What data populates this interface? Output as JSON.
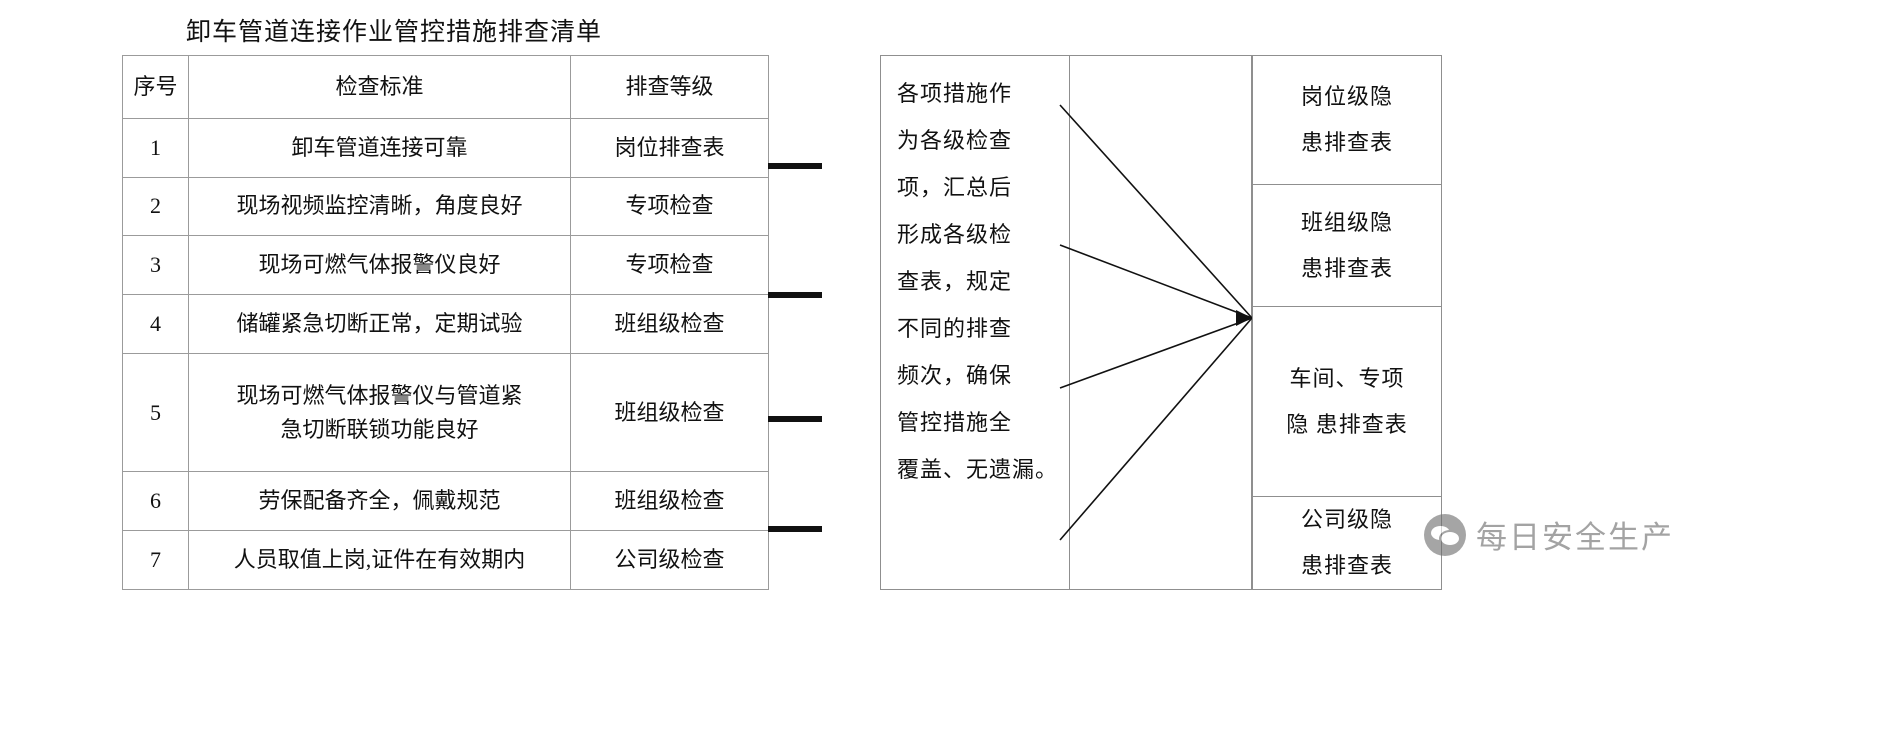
{
  "document": {
    "title": "卸车管道连接作业管控措施排查清单"
  },
  "checklist": {
    "columns": [
      "序号",
      "检查标准",
      "排查等级"
    ],
    "rows": [
      {
        "no": "1",
        "standard": "卸车管道连接可靠",
        "level": "岗位排查表"
      },
      {
        "no": "2",
        "standard": "现场视频监控清晰，角度良好",
        "level": "专项检查"
      },
      {
        "no": "3",
        "standard": "现场可燃气体报警仪良好",
        "level": "专项检查"
      },
      {
        "no": "4",
        "standard": "储罐紧急切断正常，定期试验",
        "level": "班组级检查"
      },
      {
        "no": "5",
        "standard_line1": "现场可燃气体报警仪与管道紧",
        "standard_line2": "急切断联锁功能良好",
        "level": "班组级检查"
      },
      {
        "no": "6",
        "standard": "劳保配备齐全，佩戴规范",
        "level": "班组级检查"
      },
      {
        "no": "7",
        "standard": "人员取值上岗,证件在有效期内",
        "level": "公司级检查"
      }
    ]
  },
  "summary": {
    "lines": [
      "各项措施作",
      "为各级检查",
      "项，汇总后",
      "形成各级检",
      "查表，规定",
      "不同的排查",
      "频次，确保",
      "管控措施全",
      "覆盖、无遗漏。"
    ]
  },
  "outputs": {
    "boxes": [
      {
        "line1": "岗位级隐",
        "line2": "患排查表"
      },
      {
        "line1": "班组级隐",
        "line2": "患排查表"
      },
      {
        "line1": "车间、专项",
        "line2": "隐 患排查表"
      },
      {
        "line1": "公司级隐",
        "line2": "患排查表"
      }
    ]
  },
  "arrows": {
    "count": 4,
    "icon": "arrow-right-icon"
  },
  "watermark": {
    "icon": "wechat-logo-icon",
    "text": "每日安全生产"
  },
  "colors": {
    "text": "#111111",
    "border": "#8f8f8f",
    "table_border": "#9b9b9b",
    "arrow": "#111111",
    "watermark": "#6b6b6b",
    "background": "#ffffff"
  }
}
